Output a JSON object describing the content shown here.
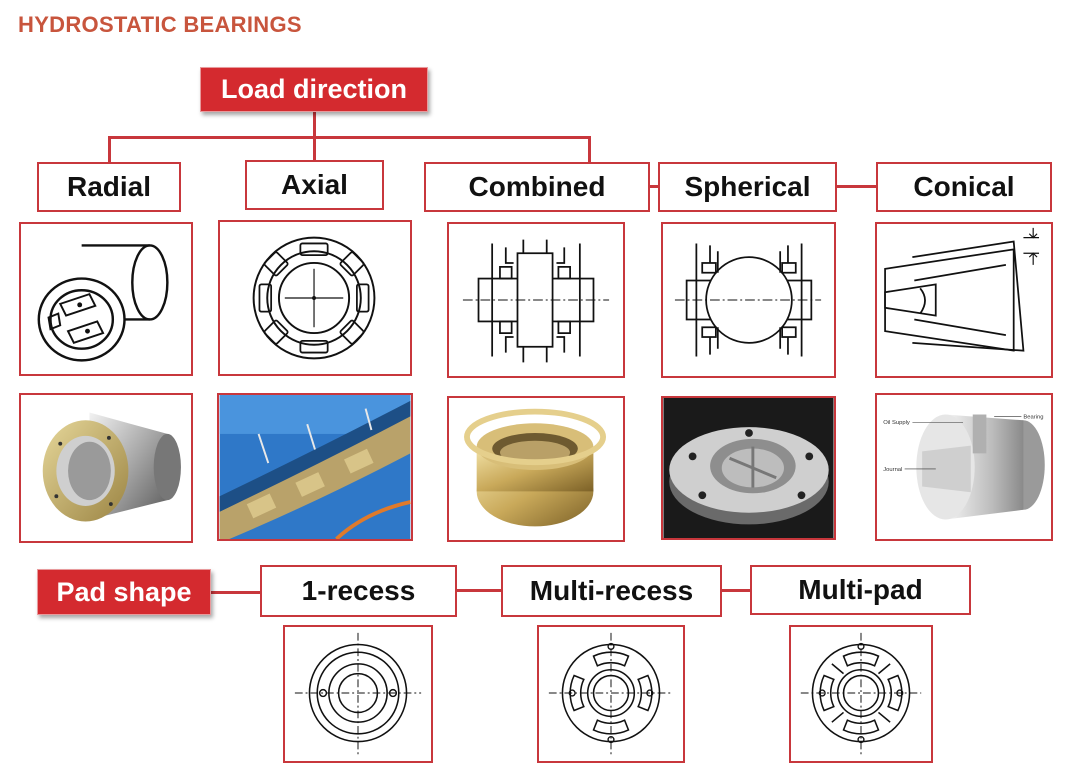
{
  "title": "HYDROSTATIC BEARINGS",
  "load_direction": {
    "label": "Load direction",
    "categories": [
      "Radial",
      "Axial",
      "Combined",
      "Spherical",
      "Conical"
    ]
  },
  "pad_shape": {
    "label": "Pad shape",
    "categories": [
      "1-recess",
      "Multi-recess",
      "Multi-pad"
    ]
  },
  "annotations": {
    "oil_supply": "Oil Supply",
    "bearing": "Bearing",
    "journal": "Journal"
  },
  "colors": {
    "accent": "#d42a2f",
    "border": "#c8373c",
    "title": "#c8553d"
  }
}
